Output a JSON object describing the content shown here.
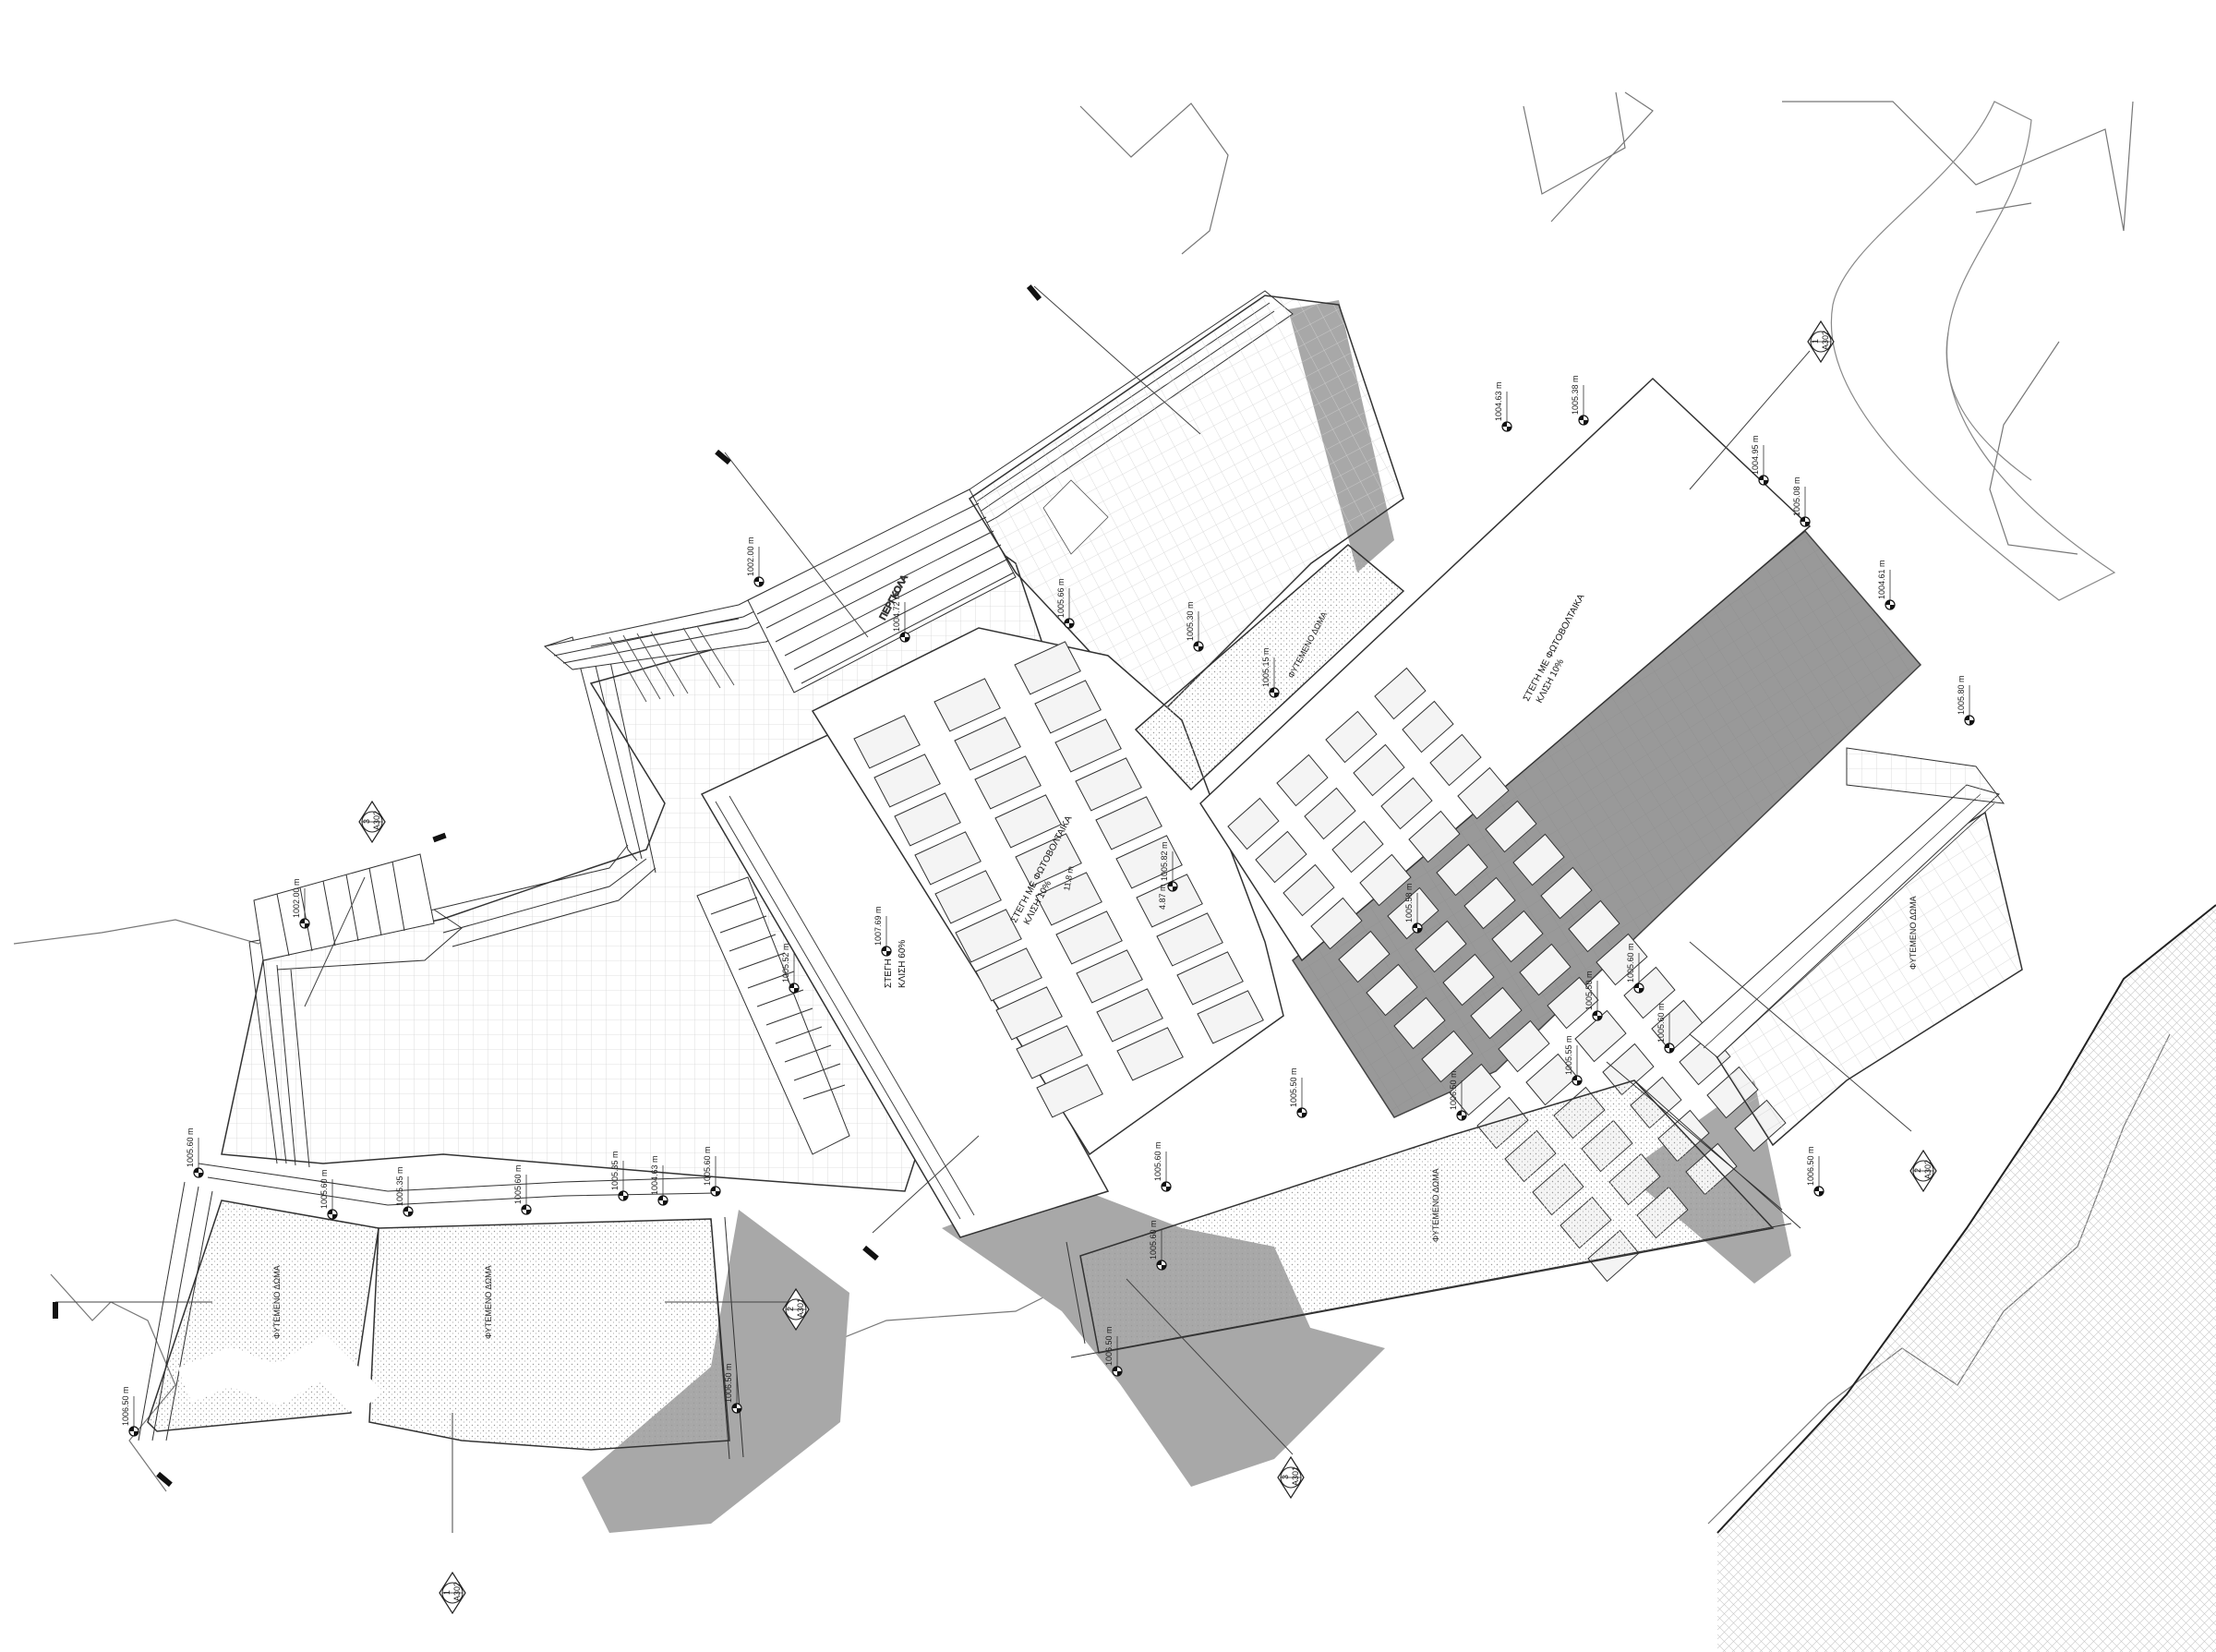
{
  "labels": {
    "pergola": "ΠΕΡΓΚΟΛΑ",
    "roof_pv_a": "ΣΤΕΓΗ ΜΕ ΦΩΤΟΒΟΛΤΑΙΚΑ",
    "roof_pv_a_slope": "ΚΛΙΣΗ 10%",
    "roof_pv_b": "ΣΤΕΓΗ ΜΕ ΦΩΤΟΒΟΛΤΑΙΚΑ",
    "roof_pv_b_slope": "ΚΛΙΣΗ 10%",
    "roof_plain": "ΣΤΕΓΗ",
    "roof_plain_slope": "ΚΛΙΣΗ 60%",
    "green_roof": "ΦΥΤΕΜΕΝΟ ΔΩΜΑ"
  },
  "elevations": {
    "e01": "1002.00 m",
    "e02": "1004.72 m",
    "e03": "1005.66 m",
    "e04": "1005.30 m",
    "e05": "1005.15 m",
    "e06": "1004.63 m",
    "e07": "1005.38 m",
    "e08": "1004.95 m",
    "e09": "1005.08 m",
    "e10": "1004.61 m",
    "e11": "1005.80 m",
    "e12": "1007.69 m",
    "e13": "1005.82 m",
    "e14": "1005.58 m",
    "e15": "1005.50 m",
    "e16": "1005.60 m",
    "e17": "1002.00 m",
    "e18": "1005.52 m",
    "e19": "1005.60 m",
    "e20": "1005.60 m",
    "e21": "1005.35 m",
    "e22": "1005.60 m",
    "e23": "1005.35 m",
    "e24": "1004.63 m",
    "e25": "1005.60 m",
    "e26": "1006.50 m",
    "e27": "1006.50 m",
    "e28": "1005.60 m",
    "e29": "1005.50 m",
    "e30": "1006.50 m",
    "e31": "1005.55 m",
    "e32": "1005.60 m",
    "e33": "1006.50 m",
    "e34": "1005.60 m",
    "e35": "1006.50 m"
  },
  "dims": {
    "d1": "11.8 m",
    "d2": "4.87 m"
  },
  "section_markers": {
    "m1": {
      "num": "1",
      "sheet": "A302"
    },
    "m2": {
      "num": "2",
      "sheet": "A302"
    },
    "m3": {
      "num": "3",
      "sheet": "A301"
    },
    "m4": {
      "num": "2",
      "sheet": "A301"
    },
    "m5": {
      "num": "1",
      "sheet": "A302"
    },
    "m6": {
      "num": "3",
      "sheet": "A302"
    }
  },
  "colors": {
    "shadow": "#a8a8a8",
    "linework": "#333333",
    "hatch": "#bbbbbb",
    "roof_shadow": "#999999"
  }
}
